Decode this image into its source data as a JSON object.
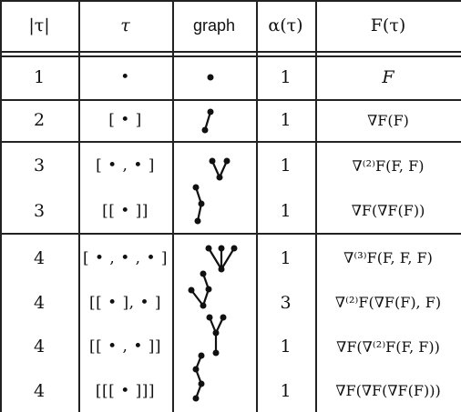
{
  "headers": [
    "|τ|",
    "τ",
    "graph",
    "α(τ)",
    "F(τ)"
  ],
  "rows": [
    {
      "order": "1",
      "tree": "•",
      "graph": "single-node",
      "alpha": "1",
      "F": "F"
    },
    {
      "order": "2",
      "tree": "[ • ]",
      "graph": "two-node-chain",
      "alpha": "1",
      "F": "∇F(F)"
    },
    {
      "order": "3",
      "tree": "[ • , • ]",
      "graph": "cherry",
      "alpha": "1",
      "F": "∇⁽²⁾F(F, F)"
    },
    {
      "order": "3",
      "tree": "[[ • ]]",
      "graph": "three-node-chain",
      "alpha": "1",
      "F": "∇F(∇F(F))"
    },
    {
      "order": "4",
      "tree": "[ • , • , • ]",
      "graph": "three-leaf-star",
      "alpha": "1",
      "F": "∇⁽³⁾F(F, F, F)"
    },
    {
      "order": "4",
      "tree": "[[ • ], • ]",
      "graph": "fork-with-chain",
      "alpha": "3",
      "F": "∇⁽²⁾F(∇F(F), F)"
    },
    {
      "order": "4",
      "tree": "[[ • , • ]]",
      "graph": "stem-with-cherry",
      "alpha": "1",
      "F": "∇F(∇⁽²⁾F(F, F))"
    },
    {
      "order": "4",
      "tree": "[[[ • ]]]",
      "graph": "four-node-chain",
      "alpha": "1",
      "F": "∇F(∇F(∇F(F)))"
    }
  ]
}
